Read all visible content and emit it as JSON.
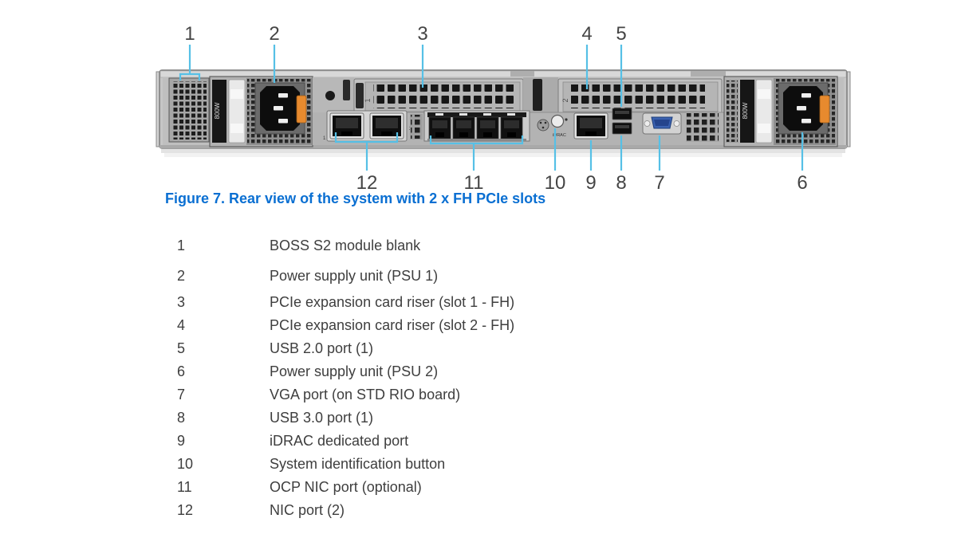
{
  "figure": {
    "caption": "Figure 7. Rear view of the system with 2 x FH PCIe slots",
    "callouts_top": [
      "1",
      "2",
      "3",
      "4",
      "5"
    ],
    "callouts_bottom": [
      "12",
      "11",
      "10",
      "9",
      "8",
      "7",
      "6"
    ],
    "server_labels": {
      "psu1_wattage": "800W",
      "psu2_wattage": "800W",
      "riser1": "1",
      "riser2": "2",
      "idrac": "iDRAC",
      "nic1": "1",
      "nic2": "2"
    },
    "colors": {
      "leader_line": "#56C0E6",
      "caption_blue": "#0A6FD2",
      "psu_latch_orange": "#E78A2E",
      "vga_blue": "#3B62B0"
    }
  },
  "legend": {
    "items": [
      {
        "num": "1",
        "label": "BOSS S2 module blank"
      },
      {
        "num": "2",
        "label": "Power supply unit (PSU 1)"
      },
      {
        "num": "3",
        "label": "PCIe expansion card riser  (slot 1 - FH)"
      },
      {
        "num": "4",
        "label": "PCIe expansion card riser  (slot 2 - FH)"
      },
      {
        "num": "5",
        "label": "USB 2.0 port (1)"
      },
      {
        "num": "6",
        "label": "Power supply unit (PSU 2)"
      },
      {
        "num": "7",
        "label": "VGA port (on STD RIO board)"
      },
      {
        "num": "8",
        "label": "USB 3.0 port (1)"
      },
      {
        "num": "9",
        "label": "iDRAC dedicated port"
      },
      {
        "num": "10",
        "label": "System identification button"
      },
      {
        "num": "11",
        "label": "OCP NIC port (optional)"
      },
      {
        "num": "12",
        "label": "NIC port (2)"
      }
    ]
  }
}
